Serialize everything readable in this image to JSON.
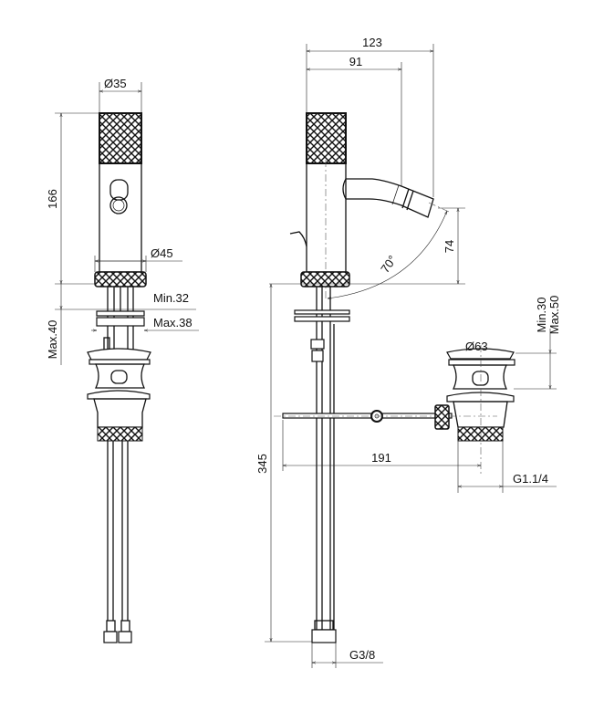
{
  "title": "Bidet mixer technical drawing",
  "front_view": {
    "dia_top": "Ø35",
    "height": "166",
    "dia_base": "Ø45",
    "min_thickness": "Min.32",
    "max_thickness": "Max.38",
    "max_depth": "Max.40"
  },
  "side_view": {
    "overall_reach": "123",
    "spout_reach": "91",
    "angle": "70°",
    "spout_height": "74",
    "total_height": "345",
    "waste_dia": "Ø63",
    "waste_min": "Min.30",
    "waste_max": "Max.50",
    "rod_length": "191",
    "waste_thread": "G1.1/4",
    "supply_thread": "G3/8"
  }
}
